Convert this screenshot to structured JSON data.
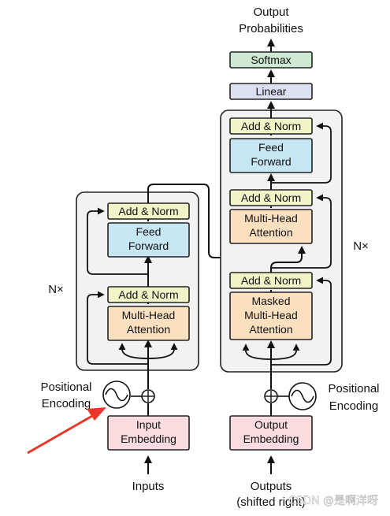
{
  "encoder": {
    "add_norm_top": "Add & Norm",
    "feed_forward_line1": "Feed",
    "feed_forward_line2": "Forward",
    "add_norm_bottom": "Add & Norm",
    "mha_line1": "Multi-Head",
    "mha_line2": "Attention",
    "repeat_label": "N×",
    "input_embedding_line1": "Input",
    "input_embedding_line2": "Embedding",
    "positional_line1": "Positional",
    "positional_line2": "Encoding",
    "inputs_label": "Inputs"
  },
  "decoder": {
    "output_probabilities_line1": "Output",
    "output_probabilities_line2": "Probabilities",
    "softmax": "Softmax",
    "linear": "Linear",
    "add_norm_top": "Add & Norm",
    "feed_forward_line1": "Feed",
    "feed_forward_line2": "Forward",
    "add_norm_mid": "Add & Norm",
    "mha_line1": "Multi-Head",
    "mha_line2": "Attention",
    "add_norm_bottom": "Add & Norm",
    "masked_line1": "Masked",
    "masked_line2": "Multi-Head",
    "masked_line3": "Attention",
    "repeat_label": "N×",
    "output_embedding_line1": "Output",
    "output_embedding_line2": "Embedding",
    "positional_line1": "Positional",
    "positional_line2": "Encoding",
    "outputs_line1": "Outputs",
    "outputs_line2": "(shifted right)"
  },
  "watermark": "CSDN @是啊洋呀",
  "colors": {
    "add_norm": "#f1f4c6",
    "feed_forward": "#c7e6f3",
    "attention": "#fbe0c0",
    "embedding": "#f9dbe0",
    "softmax": "#cde9d1",
    "linear": "#dde0f2",
    "stack_bg": "#f2f2f2",
    "arrow_annotation": "#e8372a"
  }
}
